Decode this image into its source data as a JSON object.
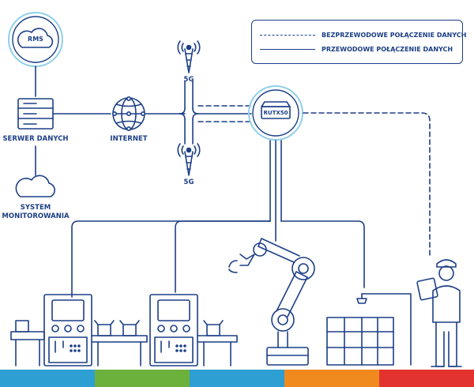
{
  "legend": {
    "wireless_label": "BEZPRZEWODOWE POŁĄCZENIE DANYCH",
    "wired_label": "PRZEWODOWE POŁĄCZENIE DANYCH"
  },
  "nodes": {
    "rms": "RMS",
    "server": "SERWER DANYCH",
    "internet": "INTERNET",
    "monitoring_line1": "SYSTEM",
    "monitoring_line2": "MONITOROWANIA",
    "tower_top": "5G",
    "tower_bottom": "5G",
    "router": "RUTX50"
  },
  "colors": {
    "line": "#1c3f86",
    "halo": "#8fd0e8",
    "accent": "#33a6cf",
    "bars": [
      "#2d9fd3",
      "#6cb13c",
      "#2d9fd3",
      "#f08a1f",
      "#e2332e"
    ]
  }
}
